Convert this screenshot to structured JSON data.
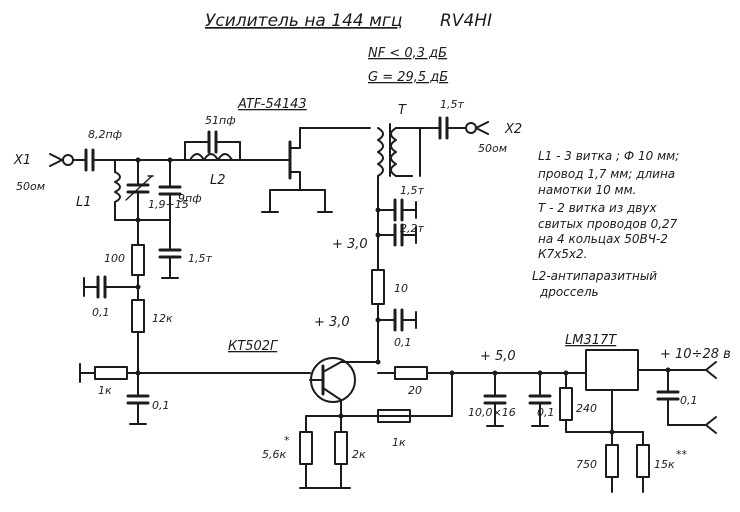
{
  "title": {
    "main": "Усилитель на 144 мгц",
    "author": "RV4HI"
  },
  "specs": {
    "nf": "NF < 0,3 дБ",
    "gain": "G = 29,5 дБ"
  },
  "notes": {
    "l1_line1": "L1 - 3 витка ; Ф 10 мм;",
    "l1_line2": "провод 1,7 мм; длина",
    "l1_line3": "намотки 10 мм.",
    "t_line1": "Т - 2 витка из двух",
    "t_line2": "свитых проводов 0,27",
    "t_line3": "на 4 кольцах 50ВЧ-2",
    "t_line4": "К7х5х2.",
    "l2_line1": "L2-антипаразитный",
    "l2_line2": "дроссель"
  },
  "ports": {
    "in_name": "X1",
    "in_imp": "50ом",
    "out_name": "X2",
    "out_imp": "50ом"
  },
  "parts": {
    "q1": "ATF-54143",
    "q2": "КТ502Г",
    "ic": "LM317T",
    "c_in": "8,2пф",
    "l1": "L1",
    "c_trim": "1,9÷15",
    "c_9": "9пф",
    "l2": "L2",
    "c_51": "51пф",
    "t": "Т",
    "c_out": "1,5т",
    "c_d1": "1,5т",
    "c_d2": "2,2т",
    "v_drain": "+ 3,0",
    "r_10": "10",
    "v_3": "+ 3,0",
    "c_01_d": "0,1",
    "r_100": "100",
    "c_15_g": "1,5т",
    "c_01_g": "0,1",
    "r_12k": "12к",
    "r_1k_b": "1к",
    "c_01_b": "0,1",
    "r_56k": "5,6к",
    "r_56k_mark": "*",
    "r_2k": "2к",
    "r_1k_fb": "1к",
    "r_20": "20",
    "v_5": "+ 5,0",
    "c_10": "10,0×16",
    "c_01_5": "0,1",
    "r_240": "240",
    "r_750": "750",
    "r_15k": "15к",
    "r_15k_mark": "**",
    "v_in": "+ 10÷28 в",
    "c_01_in": "0,1"
  }
}
